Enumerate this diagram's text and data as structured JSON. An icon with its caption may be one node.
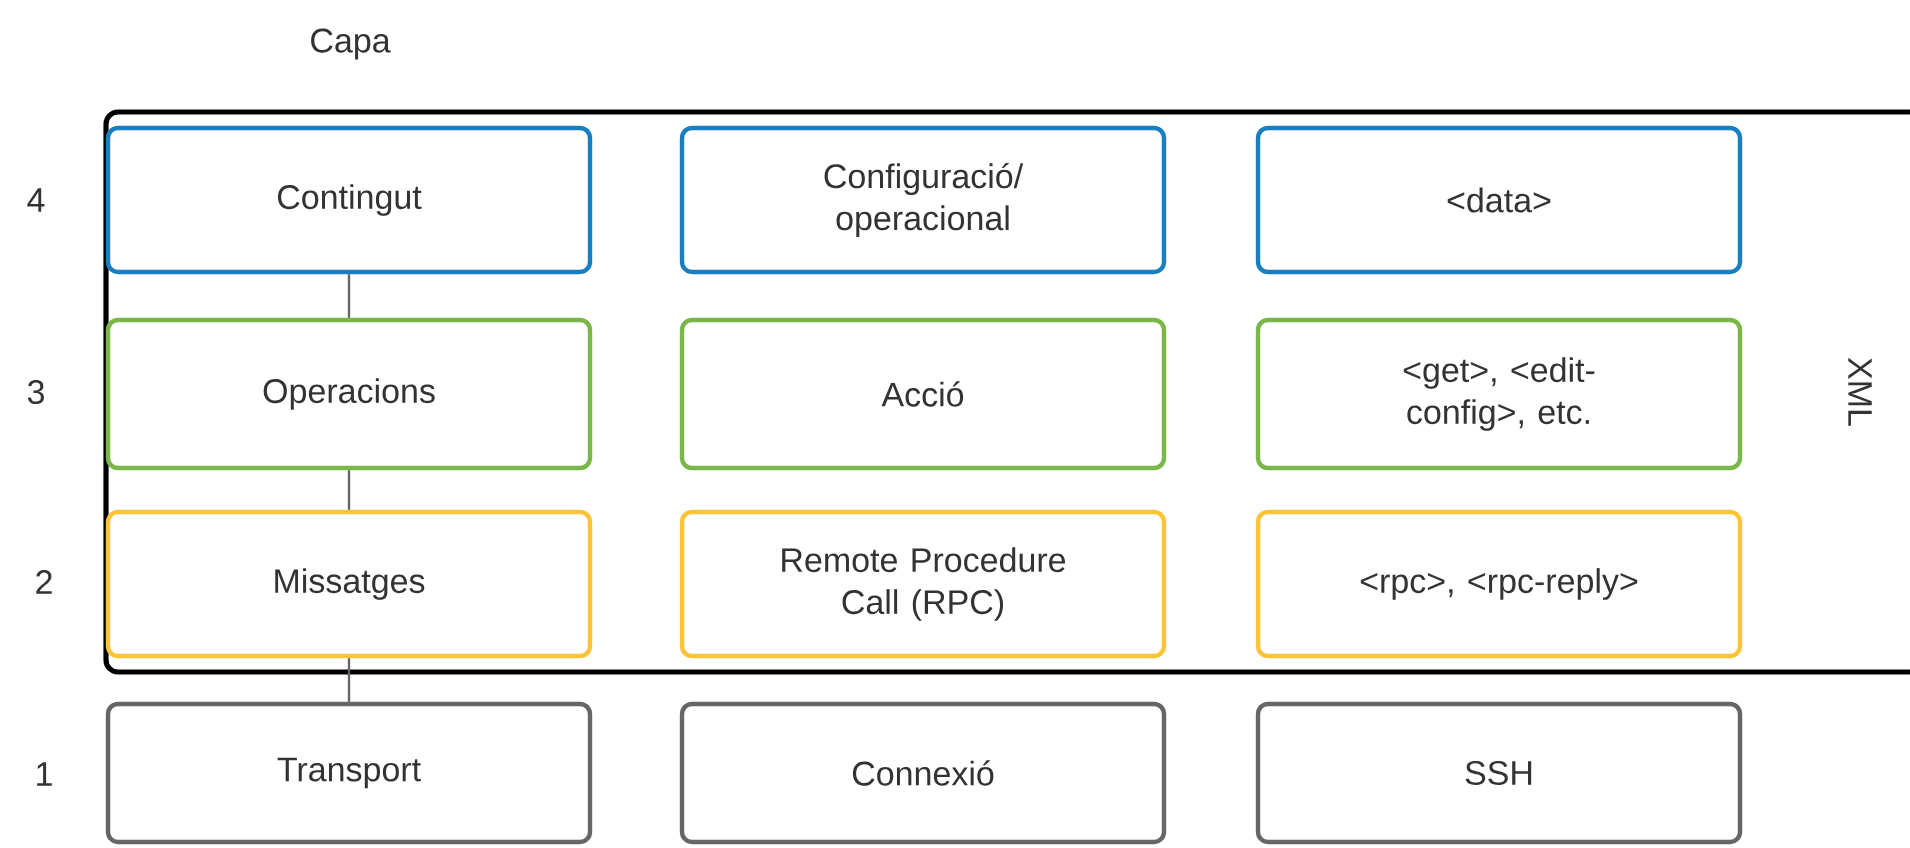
{
  "diagram": {
    "nodes": [
      {
        "text": [
          "XML"
        ]
      },
      {
        "text": [
          "Contingut"
        ],
        "in": 0
      },
      {
        "text": [
          "Configuració/ operacional"
        ],
        "in": 0
      },
      {
        "text": [
          "<data>"
        ],
        "in": 0
      },
      {
        "text": [
          "Operacions"
        ],
        "in": 0
      },
      {
        "text": [
          "Acció"
        ],
        "in": 0
      },
      {
        "text": [
          "<get>, <edit-config>, etc."
        ],
        "in": 0
      },
      {
        "text": [
          "Missatges"
        ],
        "in": 0
      },
      {
        "text": [
          "Remote Procedure Call (RPC)"
        ],
        "in": 0
      },
      {
        "text": [
          "<rpc>, <rpc-reply>"
        ],
        "in": 0
      },
      {
        "text": [
          "Transport"
        ]
      },
      {
        "text": [
          "Connexió"
        ]
      },
      {
        "text": [
          "SSH"
        ]
      }
    ],
    "edges": [
      {
        "from": 1,
        "to": 4,
        "arrow": "none"
      },
      {
        "from": 4,
        "to": 7,
        "arrow": "none"
      },
      {
        "from": 7,
        "to": 10,
        "arrow": "none"
      }
    ],
    "labels": [
      "Capa",
      "4",
      "3",
      "2",
      "1"
    ]
  }
}
